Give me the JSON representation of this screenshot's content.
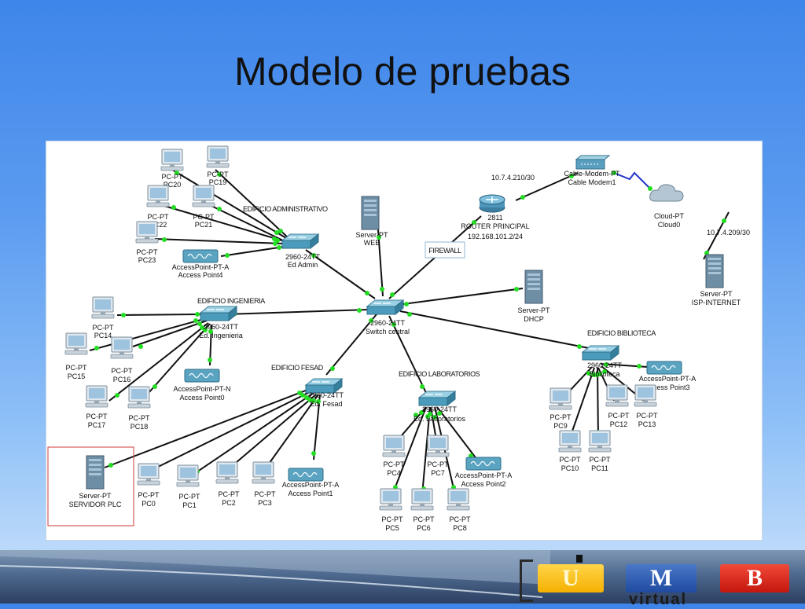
{
  "slide": {
    "title": "Modelo de pruebas"
  },
  "groups": {
    "administrativo": "EDIFICIO ADMINISTRATIVO",
    "ingenieria": "EDIFICIO INGENIERIA",
    "fesad": "EDIFICIO FESAD",
    "laboratorios": "EDIFICIO LABORATORIOS",
    "biblioteca": "EDIFICIO BIBLIOTECA"
  },
  "devices": {
    "pc20": {
      "model": "PC-PT",
      "name": "PC20"
    },
    "pc19": {
      "model": "PC-PT",
      "name": "PC19"
    },
    "pc22": {
      "model": "PC-PT",
      "name": "PC22"
    },
    "pc21": {
      "model": "PC-PT",
      "name": "PC21"
    },
    "pc23": {
      "model": "PC-PT",
      "name": "PC23"
    },
    "ap4": {
      "model": "AccessPoint-PT-A",
      "name": "Access Point4"
    },
    "sw_admin": {
      "model": "2960-24TT",
      "name": "Ed Admin"
    },
    "server_web": {
      "model": "Server-PT",
      "name": "WEB"
    },
    "firewall": {
      "name": "FIREWALL"
    },
    "router": {
      "model": "2811",
      "name": "ROUTER PRINCIPAL",
      "ip": "192.168.101.2/24"
    },
    "router_wan_ip": "10.7.4.210/30",
    "modem": {
      "model": "Cable-Modem-PT",
      "name": "Cable Modem1"
    },
    "cloud": {
      "model": "Cloud-PT",
      "name": "Cloud0"
    },
    "isp_ip": "10.7.4.209/30",
    "server_isp": {
      "model": "Server-PT",
      "name": "ISP-INTERNET"
    },
    "sw_central": {
      "model": "2960-24TT",
      "name": "Switch central"
    },
    "server_dhcp": {
      "model": "Server-PT",
      "name": "DHCP"
    },
    "sw_ing": {
      "model": "2960-24TT",
      "name": "Ed. Ingenieria"
    },
    "pc14": {
      "model": "PC-PT",
      "name": "PC14"
    },
    "pc15": {
      "model": "PC-PT",
      "name": "PC15"
    },
    "pc16": {
      "model": "PC-PT",
      "name": "PC16"
    },
    "pc17": {
      "model": "PC-PT",
      "name": "PC17"
    },
    "pc18": {
      "model": "PC-PT",
      "name": "PC18"
    },
    "ap0": {
      "model": "AccessPoint-PT-N",
      "name": "Access Point0"
    },
    "sw_fesad": {
      "model": "2960-24TT",
      "name": "Ed. Fesad"
    },
    "server_plc": {
      "model": "Server-PT",
      "name": "SERVIDOR PLC"
    },
    "pc0": {
      "model": "PC-PT",
      "name": "PC0"
    },
    "pc1": {
      "model": "PC-PT",
      "name": "PC1"
    },
    "pc2": {
      "model": "PC-PT",
      "name": "PC2"
    },
    "pc3": {
      "model": "PC-PT",
      "name": "PC3"
    },
    "ap1": {
      "model": "AccessPoint-PT-A",
      "name": "Access Point1"
    },
    "sw_lab": {
      "model": "2960-24TT",
      "name": "Ed. Laboratorios"
    },
    "pc4": {
      "model": "PC-PT",
      "name": "PC4"
    },
    "pc7": {
      "model": "PC-PT",
      "name": "PC7"
    },
    "ap2": {
      "model": "AccessPoint-PT-A",
      "name": "Access Point2"
    },
    "pc5": {
      "model": "PC-PT",
      "name": "PC5"
    },
    "pc6": {
      "model": "PC-PT",
      "name": "PC6"
    },
    "pc8": {
      "model": "PC-PT",
      "name": "PC8"
    },
    "sw_bib": {
      "model": "2960-24TT",
      "name": "Biblioteca"
    },
    "ap3": {
      "model": "AccessPoint-PT-A",
      "name": "Access Point3"
    },
    "pc9": {
      "model": "PC-PT",
      "name": "PC9"
    },
    "pc12": {
      "model": "PC-PT",
      "name": "PC12"
    },
    "pc13": {
      "model": "PC-PT",
      "name": "PC13"
    },
    "pc10": {
      "model": "PC-PT",
      "name": "PC10"
    },
    "pc11": {
      "model": "PC-PT",
      "name": "PC11"
    }
  },
  "logo": {
    "letters": [
      "U",
      "M",
      "B"
    ],
    "subtitle": "virtual"
  },
  "colors": {
    "link": "#111111",
    "link_port": "#22dd22",
    "serial_link": "#2233cc",
    "logo_u": "#f5b000",
    "logo_m": "#1f4aa0",
    "logo_b": "#c4160d"
  }
}
